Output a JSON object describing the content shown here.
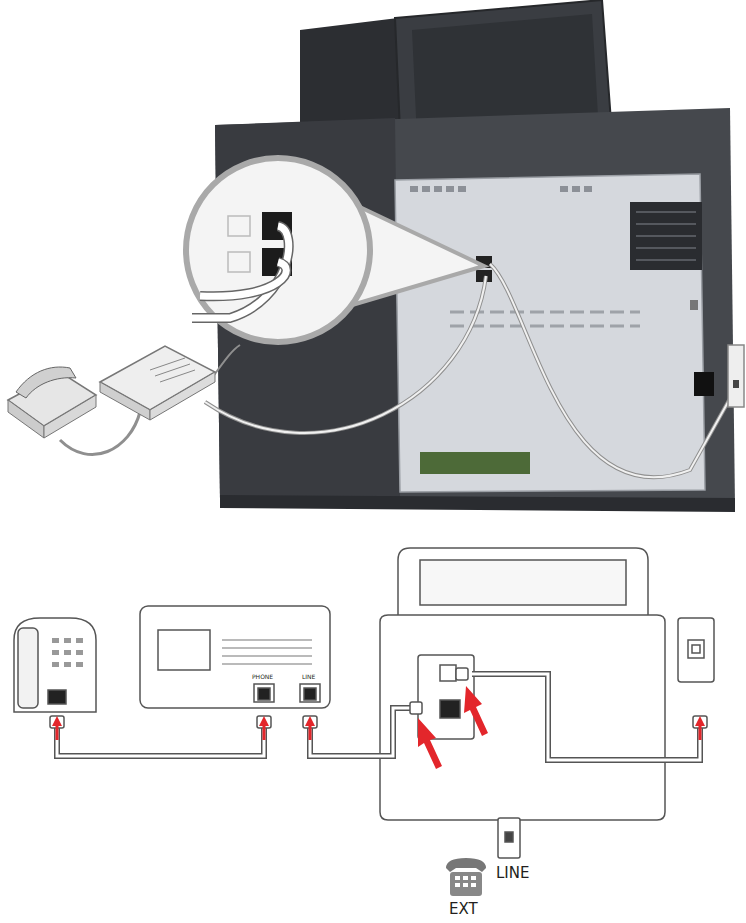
{
  "diagram": {
    "labels": [
      "PHONE",
      "LINE",
      "LINE",
      "EXT"
    ]
  }
}
